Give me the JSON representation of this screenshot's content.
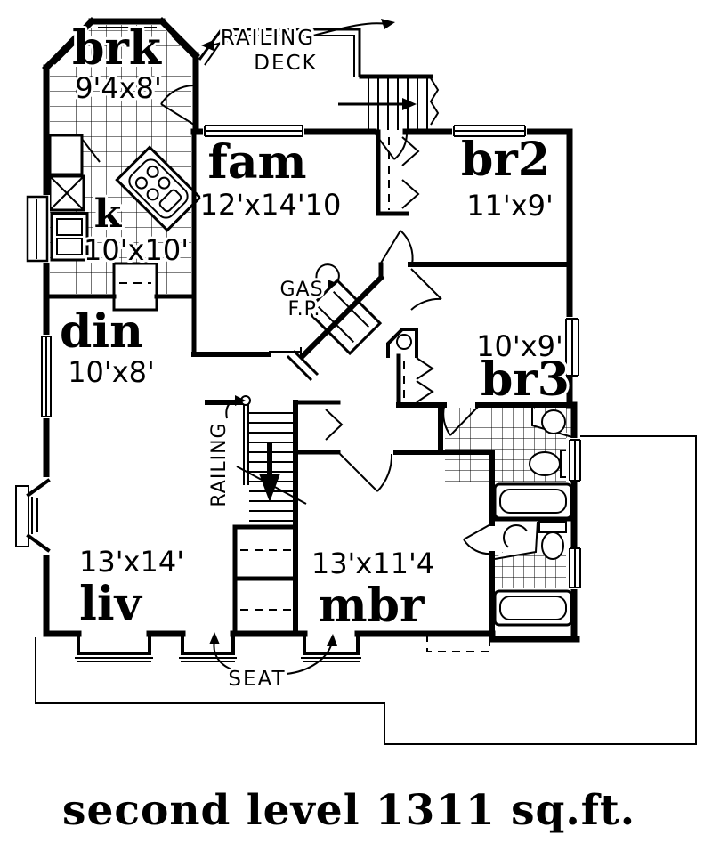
{
  "plan": {
    "rooms": {
      "breakfast": {
        "name": "brk",
        "dims": "9'4x8'"
      },
      "kitchen": {
        "name": "k",
        "dims": "10'x10'"
      },
      "family": {
        "name": "fam",
        "dims": "12'x14'10"
      },
      "bedroom2": {
        "name": "br2",
        "dims": "11'x9'"
      },
      "bedroom3": {
        "name": "br3",
        "dims": "10'x9'"
      },
      "dining": {
        "name": "din",
        "dims": "10'x8'"
      },
      "living": {
        "name": "liv",
        "dims": "13'x14'"
      },
      "master": {
        "name": "mbr",
        "dims": "13'x11'4"
      }
    },
    "labels": {
      "deck": "DECK",
      "deck_railing": "RAILING",
      "stair_railing": "RAILING",
      "fireplace_line1": "GAS",
      "fireplace_line2": "F.P.",
      "seat": "SEAT"
    },
    "caption": "second level 1311  sq.ft.",
    "colors": {
      "ink": "#000000",
      "paper": "#ffffff"
    }
  }
}
